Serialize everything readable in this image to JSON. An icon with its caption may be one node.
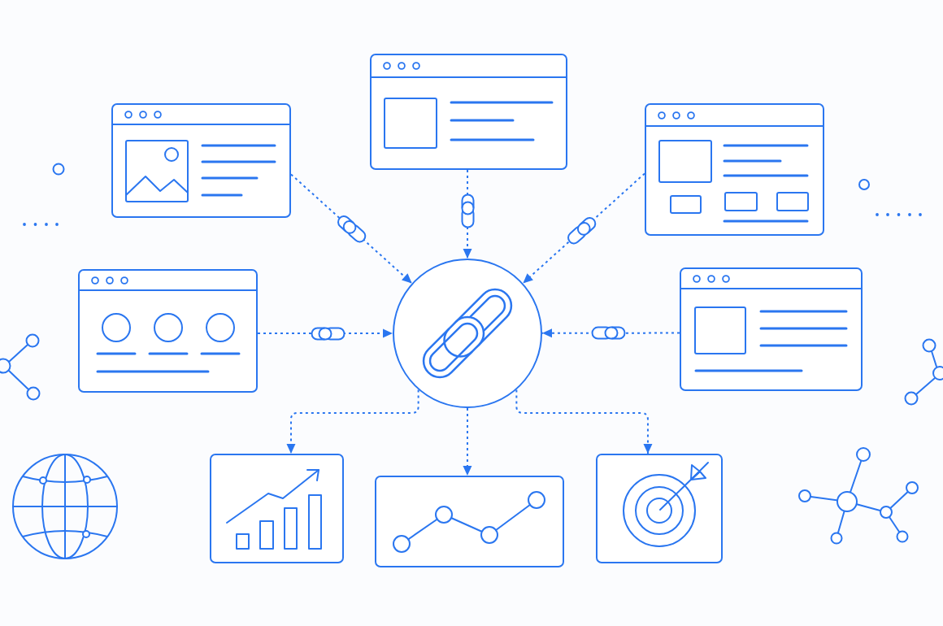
{
  "diagram": {
    "nodes": [
      {
        "text": [],
        "shape": "window"
      },
      {
        "text": [],
        "shape": "window"
      },
      {
        "text": [],
        "shape": "window"
      },
      {
        "text": [],
        "shape": "window"
      },
      {
        "text": [],
        "shape": "circle"
      },
      {
        "text": [],
        "shape": "window"
      },
      {
        "text": [],
        "shape": "box"
      },
      {
        "text": [],
        "shape": "box"
      },
      {
        "text": [],
        "shape": "box"
      }
    ],
    "edges": [
      {
        "from": 0,
        "to": 4,
        "arrow": "to",
        "style": "dashed"
      },
      {
        "from": 1,
        "to": 4,
        "arrow": "to",
        "style": "dashed"
      },
      {
        "from": 2,
        "to": 4,
        "arrow": "to",
        "style": "dashed"
      },
      {
        "from": 3,
        "to": 4,
        "arrow": "to",
        "style": "dashed"
      },
      {
        "from": 5,
        "to": 4,
        "arrow": "to",
        "style": "dashed"
      },
      {
        "from": 4,
        "to": 6,
        "arrow": "to",
        "style": "dashed"
      },
      {
        "from": 4,
        "to": 7,
        "arrow": "to",
        "style": "dashed"
      },
      {
        "from": 4,
        "to": 8,
        "arrow": "to",
        "style": "dashed"
      }
    ]
  }
}
